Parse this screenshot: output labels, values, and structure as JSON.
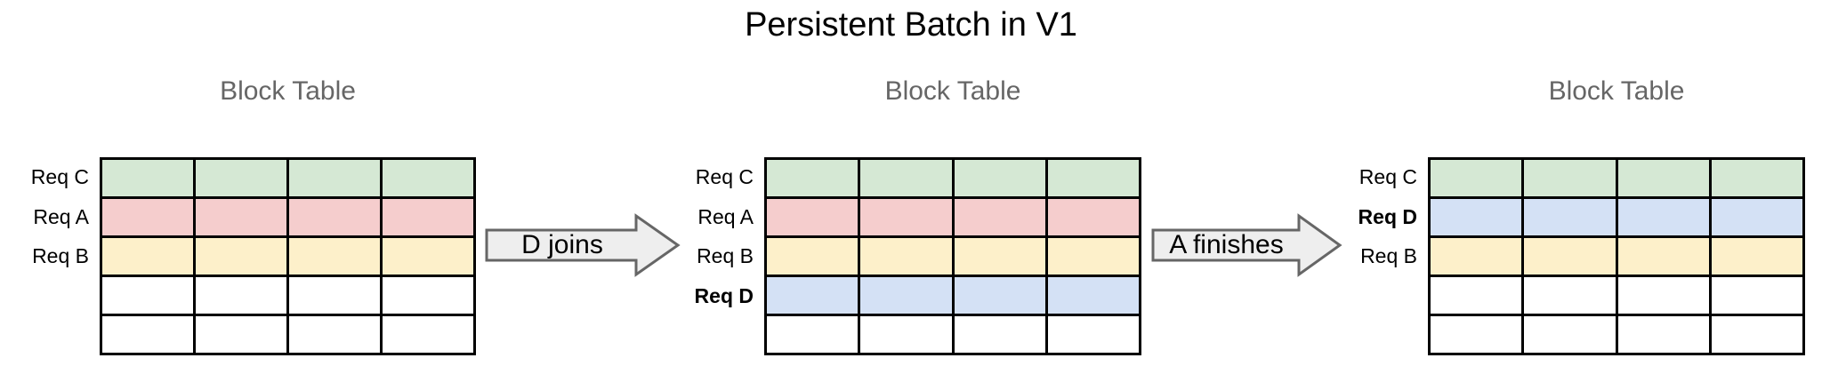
{
  "title": "Persistent Batch in V1",
  "colors": {
    "green": "#d5e8d4",
    "pink": "#f5cdcd",
    "yellow": "#fdf0ca",
    "blue": "#d4e1f5",
    "white": "#ffffff",
    "border": "#000000",
    "table_title": "#666666",
    "arrow_fill": "#eeeeee",
    "arrow_stroke": "#666666"
  },
  "stages": [
    {
      "table_title": "Block Table",
      "columns": 4,
      "rows": [
        {
          "label": "Req C",
          "bold": false,
          "color": "green"
        },
        {
          "label": "Req A",
          "bold": false,
          "color": "pink"
        },
        {
          "label": "Req B",
          "bold": false,
          "color": "yellow"
        },
        {
          "label": "",
          "bold": false,
          "color": "white"
        },
        {
          "label": "",
          "bold": false,
          "color": "white"
        }
      ]
    },
    {
      "table_title": "Block Table",
      "columns": 4,
      "rows": [
        {
          "label": "Req C",
          "bold": false,
          "color": "green"
        },
        {
          "label": "Req A",
          "bold": false,
          "color": "pink"
        },
        {
          "label": "Req B",
          "bold": false,
          "color": "yellow"
        },
        {
          "label": "Req D",
          "bold": true,
          "color": "blue"
        },
        {
          "label": "",
          "bold": false,
          "color": "white"
        }
      ]
    },
    {
      "table_title": "Block Table",
      "columns": 4,
      "rows": [
        {
          "label": "Req C",
          "bold": false,
          "color": "green"
        },
        {
          "label": "Req D",
          "bold": true,
          "color": "blue"
        },
        {
          "label": "Req B",
          "bold": false,
          "color": "yellow"
        },
        {
          "label": "",
          "bold": false,
          "color": "white"
        },
        {
          "label": "",
          "bold": false,
          "color": "white"
        }
      ]
    }
  ],
  "transitions": [
    {
      "label": "D joins"
    },
    {
      "label": "A finishes"
    }
  ]
}
